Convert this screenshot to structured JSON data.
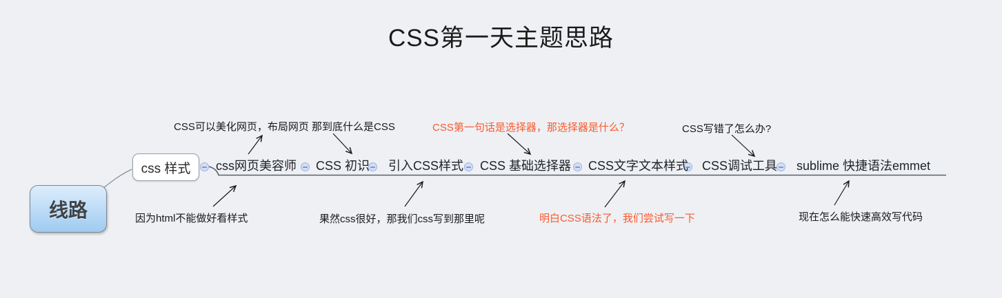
{
  "title": "CSS第一天主题思路",
  "map": {
    "root": "线路",
    "branch": "css 样式",
    "topics": [
      {
        "label": "css网页美容师"
      },
      {
        "label": "CSS 初识"
      },
      {
        "label": "引入CSS样式"
      },
      {
        "label": "CSS 基础选择器"
      },
      {
        "label": "CSS文字文本样式"
      },
      {
        "label": "CSS调试工具"
      },
      {
        "label": "sublime 快捷语法emmet"
      }
    ]
  },
  "annotations": {
    "top": [
      {
        "text": "CSS可以美化网页，布局网页",
        "color": "#191919"
      },
      {
        "text": "那到底什么是CSS",
        "color": "#191919"
      },
      {
        "text": "CSS第一句话是选择器，那选择器是什么？",
        "color": "#fa5a2d"
      },
      {
        "text": "CSS写错了怎么办?",
        "color": "#191919"
      }
    ],
    "bottom": [
      {
        "text": "因为html不能做好看样式",
        "color": "#191919"
      },
      {
        "text": "果然css很好，那我们css写到那里呢",
        "color": "#191919"
      },
      {
        "text": "明白CSS语法了，我们尝试写一下",
        "color": "#fa5a2d"
      },
      {
        "text": "现在怎么能快速高效写代码",
        "color": "#191919"
      }
    ]
  },
  "colors": {
    "background": "#eef0f4",
    "annotation_red": "#fa5a2d",
    "annotation_black": "#191919",
    "root_gradient_top": "#dcedfc",
    "root_gradient_bottom": "#9fcbf1",
    "root_text": "#3f4347",
    "branch_background": "#ffffff",
    "line": "#59606a",
    "arrow": "#15181c",
    "collapse_fill": "#d3def5",
    "collapse_border": "#9db3e0"
  },
  "icons": {
    "collapse_button": "−"
  }
}
